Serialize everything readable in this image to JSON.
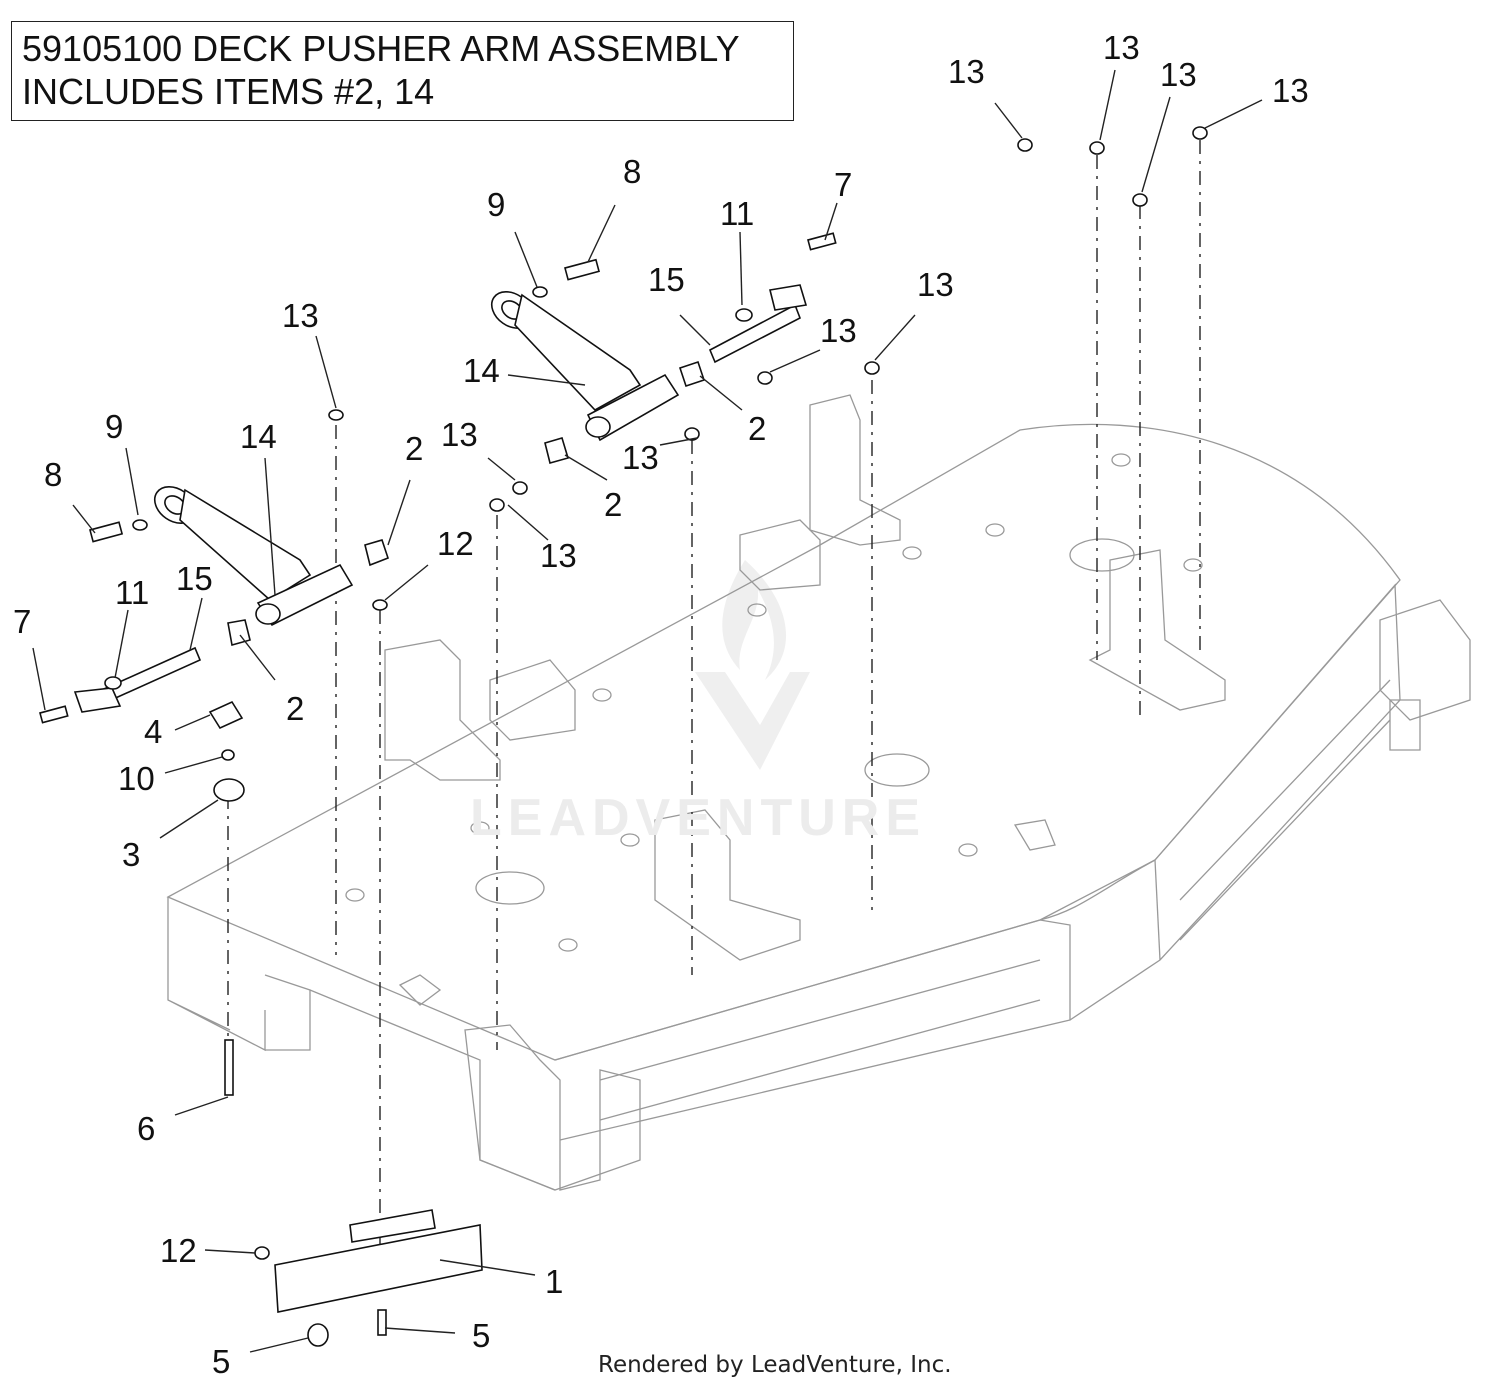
{
  "title": {
    "line1": "59105100 DECK PUSHER ARM ASSEMBLY",
    "line2": "INCLUDES ITEMS #2, 14"
  },
  "watermark": "LEADVENTURE",
  "footer": "Rendered by LeadVenture, Inc.",
  "callouts": [
    "1",
    "2",
    "3",
    "4",
    "5",
    "6",
    "7",
    "8",
    "9",
    "10",
    "11",
    "12",
    "13",
    "14",
    "15"
  ]
}
